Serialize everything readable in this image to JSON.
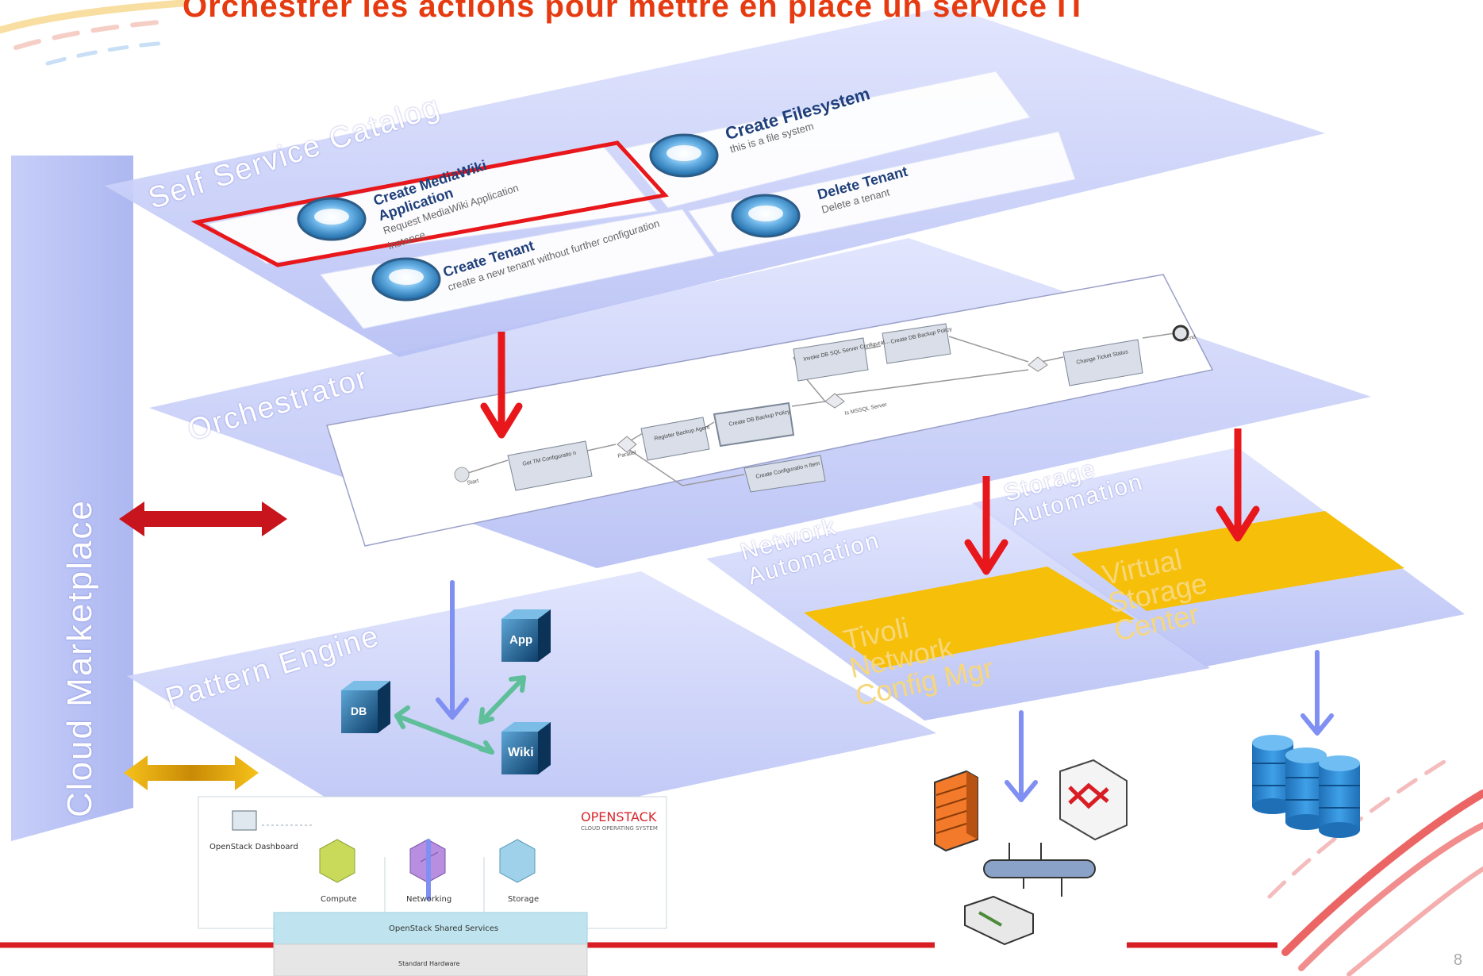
{
  "slide": {
    "header_title": "Orchestrer les actions pour mettre en place un service IT",
    "page_number": "8"
  },
  "layers": {
    "self_service": "Self Service Catalog",
    "orchestrator": "Orchestrator",
    "pattern_engine": "Pattern Engine",
    "network_automation": [
      "Network",
      "Automation"
    ],
    "storage_automation": [
      "Storage",
      "Automation"
    ],
    "cloud_marketplace": "Cloud Marketplace"
  },
  "catalog_items": [
    {
      "title": "Create MediaWiki Application",
      "desc": "Request MediaWiki Application instance"
    },
    {
      "title": "Create Filesystem",
      "desc": "this is a file system"
    },
    {
      "title": "Delete Tenant",
      "desc": "Delete a tenant"
    },
    {
      "title": "Create Tenant",
      "desc": "create a new tenant without further configuration"
    }
  ],
  "workflow": {
    "start": "Start",
    "end": "End",
    "parallel": "Parallel",
    "tasks": [
      "Get TM Configuratio n",
      "Register Backup Agent",
      "Create DB Backup Policy",
      "Invoke DB SQL Server Configurat...",
      "Create DB Backup Policy",
      "Change Ticket Status",
      "Create Configuratio n Item"
    ],
    "gateway_label": "Is MSSQL Server"
  },
  "tiles": {
    "tivoli": [
      "Tivoli",
      "Network",
      "Config Mgr"
    ],
    "virtual_storage": [
      "Virtual",
      "Storage",
      "Center"
    ]
  },
  "patterns": {
    "db": "DB",
    "app": "App",
    "wiki": "Wiki"
  },
  "openstack": {
    "brand": "OPENSTACK",
    "subtitle": "CLOUD OPERATING SYSTEM",
    "dashboard": "OpenStack Dashboard",
    "compute": "Compute",
    "networking": "Networking",
    "storage": "Storage",
    "shared_services": "OpenStack Shared Services",
    "hardware": "Standard Hardware"
  },
  "colors": {
    "layer_fill": "#c7cdf8",
    "accent_red": "#e8171b",
    "tile_gold": "#f6bf0a",
    "flow_blue": "#7f8ff2",
    "double_arrow_red": "#c8141c",
    "double_arrow_gold": "#efb10a"
  }
}
